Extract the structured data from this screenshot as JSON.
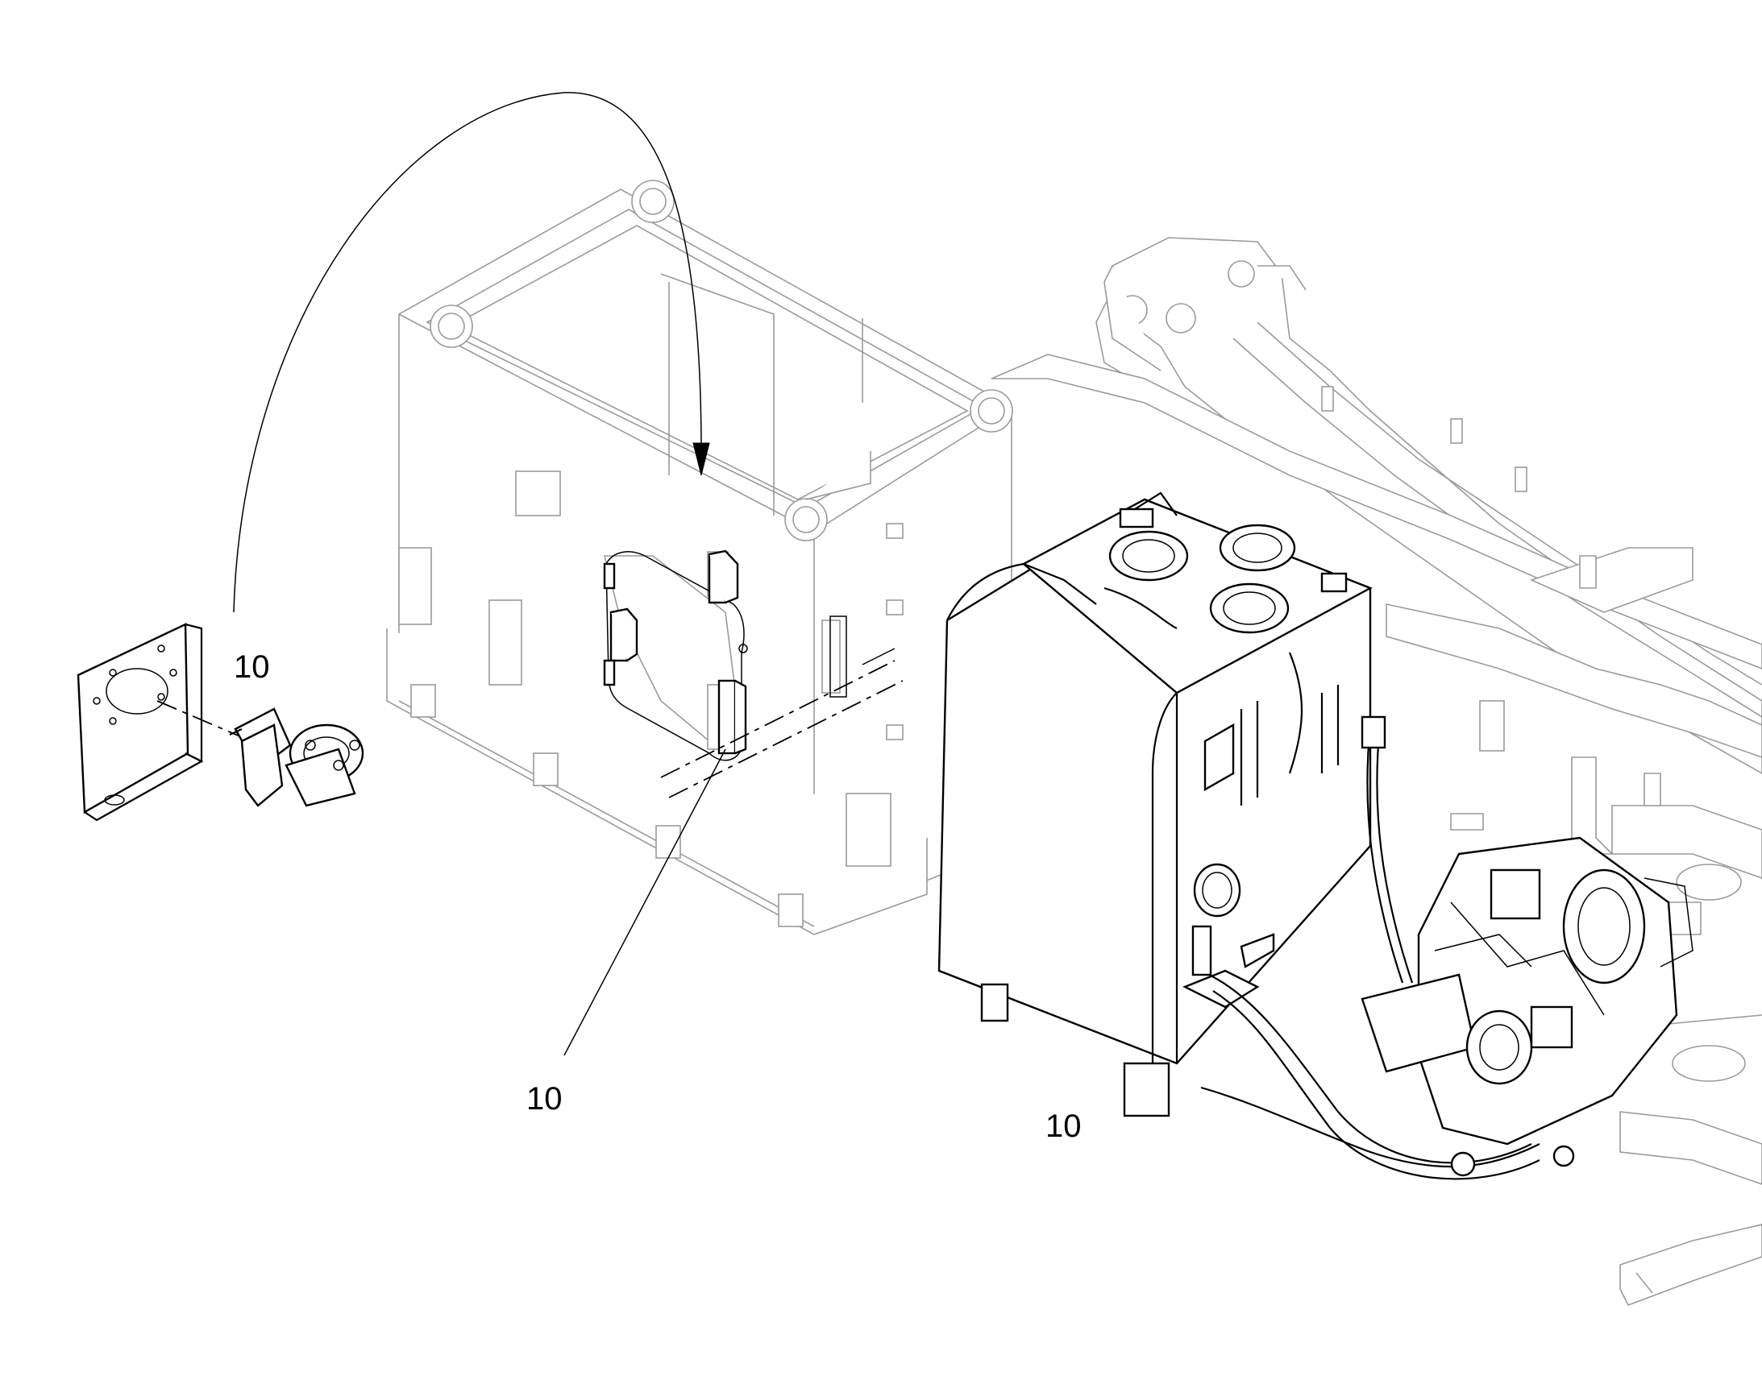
{
  "callouts": [
    {
      "id": "pump-bracket",
      "text": "10"
    },
    {
      "id": "frame-panel",
      "text": "10"
    },
    {
      "id": "hydraulic-tank",
      "text": "10"
    }
  ]
}
